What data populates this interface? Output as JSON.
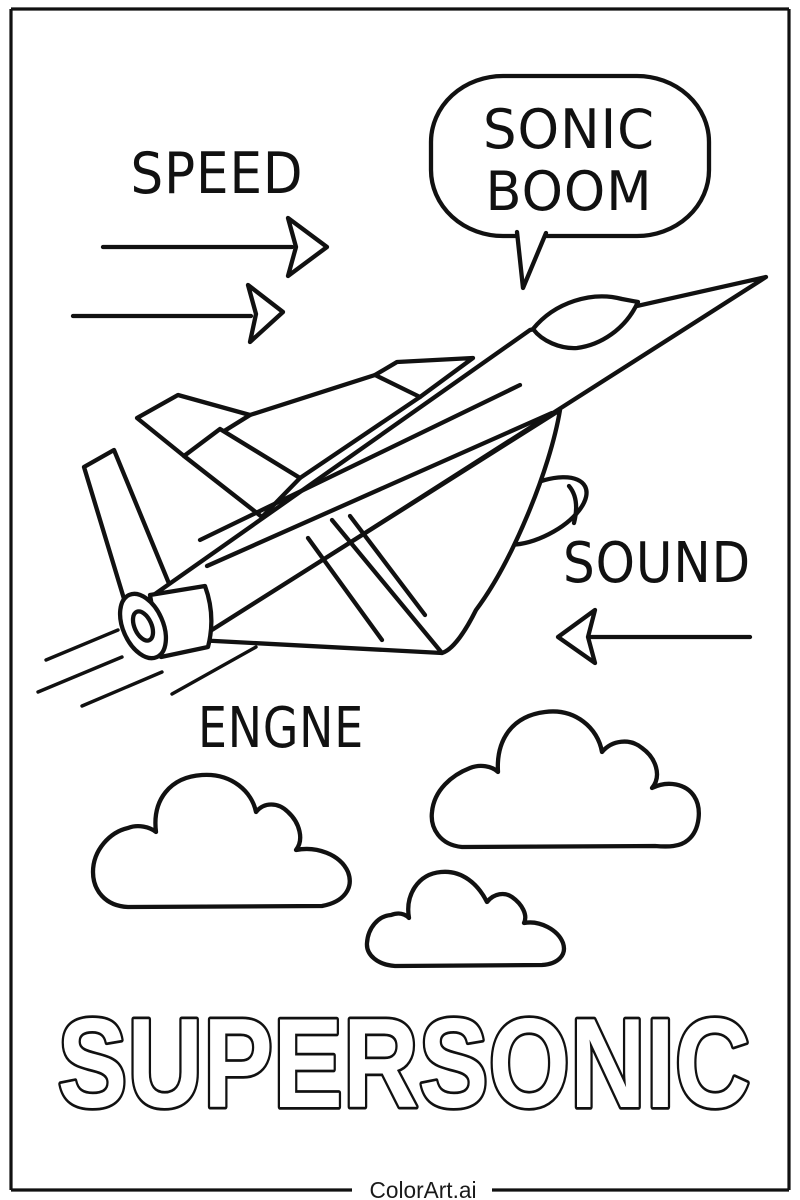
{
  "page": {
    "background": "#ffffff",
    "ink": "#111111"
  },
  "speech_bubble": {
    "line1": "SONIC",
    "line2": "BOOM"
  },
  "labels": {
    "speed": "SPEED",
    "sound": "SOUND",
    "engine": "ENGNE"
  },
  "title": {
    "text": "SUPERSONIC"
  },
  "footer": {
    "watermark": "ColorArt.ai"
  }
}
